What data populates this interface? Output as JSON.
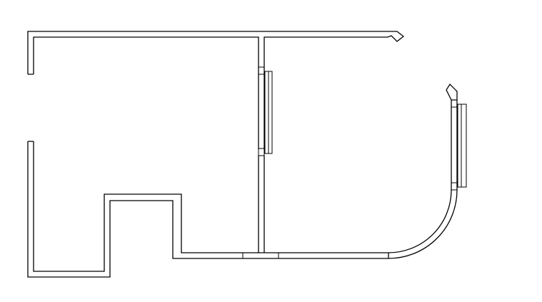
{
  "diagram": {
    "type": "architectural-floor-plan",
    "line_color": "#000000",
    "background_color": "#ffffff",
    "rooms": [
      "left-room",
      "right-room"
    ],
    "openings": [
      "left-entry-opening",
      "doorway-bottom-center"
    ],
    "sliding_doors": [
      "center-wall-sliding-door",
      "right-wall-sliding-door"
    ],
    "features": [
      "curved-corner-wall",
      "right-rooms-annex-notch"
    ]
  }
}
